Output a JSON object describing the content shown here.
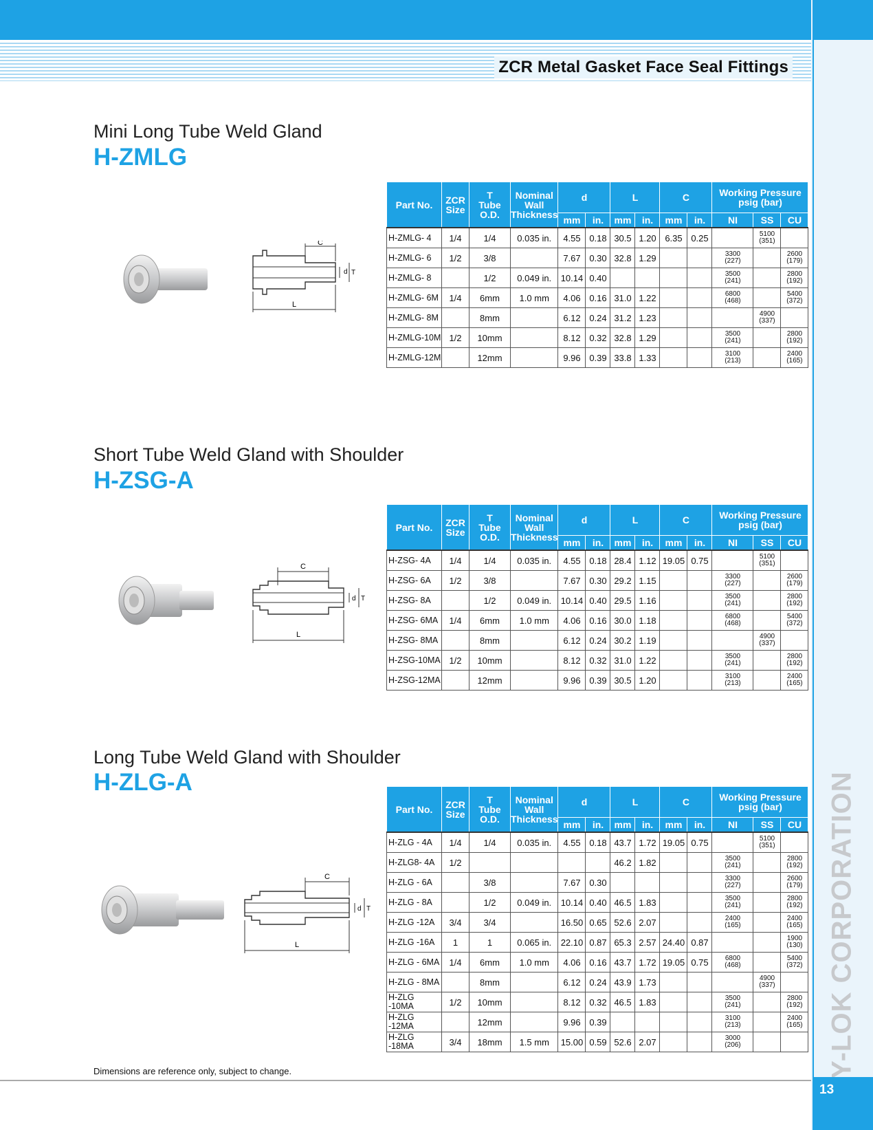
{
  "header": {
    "title": "ZCR Metal Gasket Face Seal Fittings"
  },
  "side": {
    "company": "HY-LOK CORPORATION",
    "page_number": "13"
  },
  "columns": {
    "part_no": "Part No.",
    "zcr_size": [
      "ZCR",
      "Size"
    ],
    "tube_od": [
      "T",
      "Tube",
      "O.D."
    ],
    "wall": [
      "Nominal",
      "Wall",
      "Thickness"
    ],
    "d": "d",
    "l": "L",
    "c": "C",
    "wp": [
      "Working Pressure",
      "psig (bar)"
    ],
    "mm": "mm",
    "in": "in.",
    "ni": "NI",
    "ss": "SS",
    "cu": "CU"
  },
  "drawing_labels": {
    "c": "C",
    "d": "d",
    "t": "T",
    "l": "L"
  },
  "sections": [
    {
      "title": "Mini Long Tube Weld Gland",
      "code": "H-ZMLG",
      "rows": [
        {
          "part": "H-ZMLG- 4",
          "size": "1/4",
          "od": "1/4",
          "wall": "0.035 in.",
          "d_mm": "4.55",
          "d_in": "0.18",
          "l_mm": "30.5",
          "l_in": "1.20",
          "c_mm": "6.35",
          "c_in": "0.25",
          "ni": "",
          "ss": "5100\n(351)",
          "cu": ""
        },
        {
          "part": "H-ZMLG- 6",
          "size": "1/2",
          "od": "3/8",
          "wall": "",
          "d_mm": "7.67",
          "d_in": "0.30",
          "l_mm": "32.8",
          "l_in": "1.29",
          "c_mm": "",
          "c_in": "",
          "ni": "3300\n(227)",
          "ss": "",
          "cu": "2600\n(179)"
        },
        {
          "part": "H-ZMLG- 8",
          "size": "",
          "od": "1/2",
          "wall": "0.049 in.",
          "d_mm": "10.14",
          "d_in": "0.40",
          "l_mm": "",
          "l_in": "",
          "c_mm": "",
          "c_in": "",
          "ni": "3500\n(241)",
          "ss": "",
          "cu": "2800\n(192)"
        },
        {
          "part": "H-ZMLG- 6M",
          "size": "1/4",
          "od": "6mm",
          "wall": "1.0 mm",
          "d_mm": "4.06",
          "d_in": "0.16",
          "l_mm": "31.0",
          "l_in": "1.22",
          "c_mm": "",
          "c_in": "",
          "ni": "6800\n(468)",
          "ss": "",
          "cu": "5400\n(372)"
        },
        {
          "part": "H-ZMLG- 8M",
          "size": "",
          "od": "8mm",
          "wall": "",
          "d_mm": "6.12",
          "d_in": "0.24",
          "l_mm": "31.2",
          "l_in": "1.23",
          "c_mm": "",
          "c_in": "",
          "ni": "",
          "ss": "4900\n(337)",
          "cu": ""
        },
        {
          "part": "H-ZMLG-10M",
          "size": "1/2",
          "od": "10mm",
          "wall": "",
          "d_mm": "8.12",
          "d_in": "0.32",
          "l_mm": "32.8",
          "l_in": "1.29",
          "c_mm": "",
          "c_in": "",
          "ni": "3500\n(241)",
          "ss": "",
          "cu": "2800\n(192)"
        },
        {
          "part": "H-ZMLG-12M",
          "size": "",
          "od": "12mm",
          "wall": "",
          "d_mm": "9.96",
          "d_in": "0.39",
          "l_mm": "33.8",
          "l_in": "1.33",
          "c_mm": "",
          "c_in": "",
          "ni": "3100\n(213)",
          "ss": "",
          "cu": "2400\n(165)"
        }
      ]
    },
    {
      "title": "Short Tube Weld Gland with Shoulder",
      "code": "H-ZSG-A",
      "rows": [
        {
          "part": "H-ZSG- 4A",
          "size": "1/4",
          "od": "1/4",
          "wall": "0.035 in.",
          "d_mm": "4.55",
          "d_in": "0.18",
          "l_mm": "28.4",
          "l_in": "1.12",
          "c_mm": "19.05",
          "c_in": "0.75",
          "ni": "",
          "ss": "5100\n(351)",
          "cu": ""
        },
        {
          "part": "H-ZSG- 6A",
          "size": "1/2",
          "od": "3/8",
          "wall": "",
          "d_mm": "7.67",
          "d_in": "0.30",
          "l_mm": "29.2",
          "l_in": "1.15",
          "c_mm": "",
          "c_in": "",
          "ni": "3300\n(227)",
          "ss": "",
          "cu": "2600\n(179)"
        },
        {
          "part": "H-ZSG- 8A",
          "size": "",
          "od": "1/2",
          "wall": "0.049 in.",
          "d_mm": "10.14",
          "d_in": "0.40",
          "l_mm": "29.5",
          "l_in": "1.16",
          "c_mm": "",
          "c_in": "",
          "ni": "3500\n(241)",
          "ss": "",
          "cu": "2800\n(192)"
        },
        {
          "part": "H-ZSG- 6MA",
          "size": "1/4",
          "od": "6mm",
          "wall": "1.0 mm",
          "d_mm": "4.06",
          "d_in": "0.16",
          "l_mm": "30.0",
          "l_in": "1.18",
          "c_mm": "",
          "c_in": "",
          "ni": "6800\n(468)",
          "ss": "",
          "cu": "5400\n(372)"
        },
        {
          "part": "H-ZSG- 8MA",
          "size": "",
          "od": "8mm",
          "wall": "",
          "d_mm": "6.12",
          "d_in": "0.24",
          "l_mm": "30.2",
          "l_in": "1.19",
          "c_mm": "",
          "c_in": "",
          "ni": "",
          "ss": "4900\n(337)",
          "cu": ""
        },
        {
          "part": "H-ZSG-10MA",
          "size": "1/2",
          "od": "10mm",
          "wall": "",
          "d_mm": "8.12",
          "d_in": "0.32",
          "l_mm": "31.0",
          "l_in": "1.22",
          "c_mm": "",
          "c_in": "",
          "ni": "3500\n(241)",
          "ss": "",
          "cu": "2800\n(192)"
        },
        {
          "part": "H-ZSG-12MA",
          "size": "",
          "od": "12mm",
          "wall": "",
          "d_mm": "9.96",
          "d_in": "0.39",
          "l_mm": "30.5",
          "l_in": "1.20",
          "c_mm": "",
          "c_in": "",
          "ni": "3100\n(213)",
          "ss": "",
          "cu": "2400\n(165)"
        }
      ]
    },
    {
      "title": "Long Tube Weld Gland with Shoulder",
      "code": "H-ZLG-A",
      "rows": [
        {
          "part": "H-ZLG - 4A",
          "size": "1/4",
          "od": "1/4",
          "wall": "0.035 in.",
          "d_mm": "4.55",
          "d_in": "0.18",
          "l_mm": "43.7",
          "l_in": "1.72",
          "c_mm": "19.05",
          "c_in": "0.75",
          "ni": "",
          "ss": "5100\n(351)",
          "cu": ""
        },
        {
          "part": "H-ZLG8- 4A",
          "size": "1/2",
          "od": "",
          "wall": "",
          "d_mm": "",
          "d_in": "",
          "l_mm": "46.2",
          "l_in": "1.82",
          "c_mm": "",
          "c_in": "",
          "ni": "3500\n(241)",
          "ss": "",
          "cu": "2800\n(192)"
        },
        {
          "part": "H-ZLG - 6A",
          "size": "",
          "od": "3/8",
          "wall": "",
          "d_mm": "7.67",
          "d_in": "0.30",
          "l_mm": "",
          "l_in": "",
          "c_mm": "",
          "c_in": "",
          "ni": "3300\n(227)",
          "ss": "",
          "cu": "2600\n(179)"
        },
        {
          "part": "H-ZLG - 8A",
          "size": "",
          "od": "1/2",
          "wall": "0.049 in.",
          "d_mm": "10.14",
          "d_in": "0.40",
          "l_mm": "46.5",
          "l_in": "1.83",
          "c_mm": "",
          "c_in": "",
          "ni": "3500\n(241)",
          "ss": "",
          "cu": "2800\n(192)"
        },
        {
          "part": "H-ZLG -12A",
          "size": "3/4",
          "od": "3/4",
          "wall": "",
          "d_mm": "16.50",
          "d_in": "0.65",
          "l_mm": "52.6",
          "l_in": "2.07",
          "c_mm": "",
          "c_in": "",
          "ni": "2400\n(165)",
          "ss": "",
          "cu": "2400\n(165)"
        },
        {
          "part": "H-ZLG -16A",
          "size": "1",
          "od": "1",
          "wall": "0.065 in.",
          "d_mm": "22.10",
          "d_in": "0.87",
          "l_mm": "65.3",
          "l_in": "2.57",
          "c_mm": "24.40",
          "c_in": "0.87",
          "ni": "",
          "ss": "",
          "cu": "1900\n(130)"
        },
        {
          "part": "H-ZLG - 6MA",
          "size": "1/4",
          "od": "6mm",
          "wall": "1.0 mm",
          "d_mm": "4.06",
          "d_in": "0.16",
          "l_mm": "43.7",
          "l_in": "1.72",
          "c_mm": "19.05",
          "c_in": "0.75",
          "ni": "6800\n(468)",
          "ss": "",
          "cu": "5400\n(372)"
        },
        {
          "part": "H-ZLG - 8MA",
          "size": "",
          "od": "8mm",
          "wall": "",
          "d_mm": "6.12",
          "d_in": "0.24",
          "l_mm": "43.9",
          "l_in": "1.73",
          "c_mm": "",
          "c_in": "",
          "ni": "",
          "ss": "4900\n(337)",
          "cu": ""
        },
        {
          "part": "H-ZLG -10MA",
          "size": "1/2",
          "od": "10mm",
          "wall": "",
          "d_mm": "8.12",
          "d_in": "0.32",
          "l_mm": "46.5",
          "l_in": "1.83",
          "c_mm": "",
          "c_in": "",
          "ni": "3500\n(241)",
          "ss": "",
          "cu": "2800\n(192)"
        },
        {
          "part": "H-ZLG -12MA",
          "size": "",
          "od": "12mm",
          "wall": "",
          "d_mm": "9.96",
          "d_in": "0.39",
          "l_mm": "",
          "l_in": "",
          "c_mm": "",
          "c_in": "",
          "ni": "3100\n(213)",
          "ss": "",
          "cu": "2400\n(165)"
        },
        {
          "part": "H-ZLG -18MA",
          "size": "3/4",
          "od": "18mm",
          "wall": "1.5 mm",
          "d_mm": "15.00",
          "d_in": "0.59",
          "l_mm": "52.6",
          "l_in": "2.07",
          "c_mm": "",
          "c_in": "",
          "ni": "3000\n(206)",
          "ss": "",
          "cu": ""
        }
      ]
    }
  ],
  "footnote": "Dimensions are reference only, subject to change."
}
